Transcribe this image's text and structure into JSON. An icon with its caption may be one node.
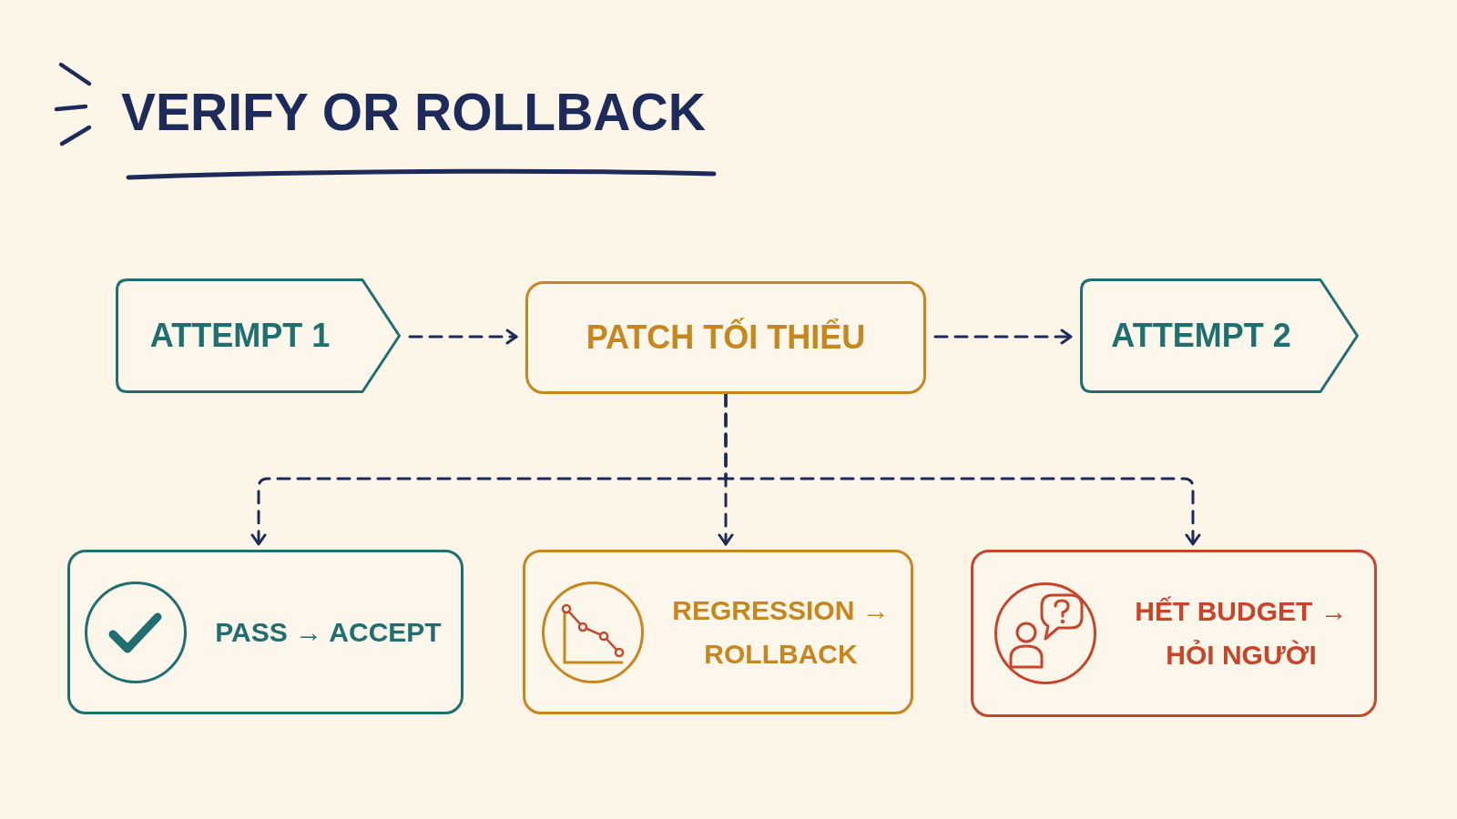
{
  "diagram": {
    "title": "VERIFY OR ROLLBACK",
    "nodes": [
      {
        "text": [
          "ATTEMPT 1"
        ]
      },
      {
        "text": [
          "PATCH TỐI THIỂU"
        ]
      },
      {
        "text": [
          "ATTEMPT 2"
        ]
      },
      {
        "text": [
          "PASS → ACCEPT"
        ]
      },
      {
        "text": [
          "REGRESSION → ROLLBACK"
        ]
      },
      {
        "text": [
          "HẾT BUDGET → HỎI NGƯỜI"
        ]
      }
    ],
    "edges": [
      {
        "from": 0,
        "to": 1,
        "arrow": "to",
        "style": "dashed"
      },
      {
        "from": 1,
        "to": 2,
        "arrow": "to",
        "style": "dashed"
      },
      {
        "from": 1,
        "to": 3,
        "arrow": "to",
        "style": "dashed"
      },
      {
        "from": 1,
        "to": 4,
        "arrow": "to",
        "style": "dashed"
      },
      {
        "from": 1,
        "to": 5,
        "arrow": "to",
        "style": "dashed"
      }
    ]
  }
}
